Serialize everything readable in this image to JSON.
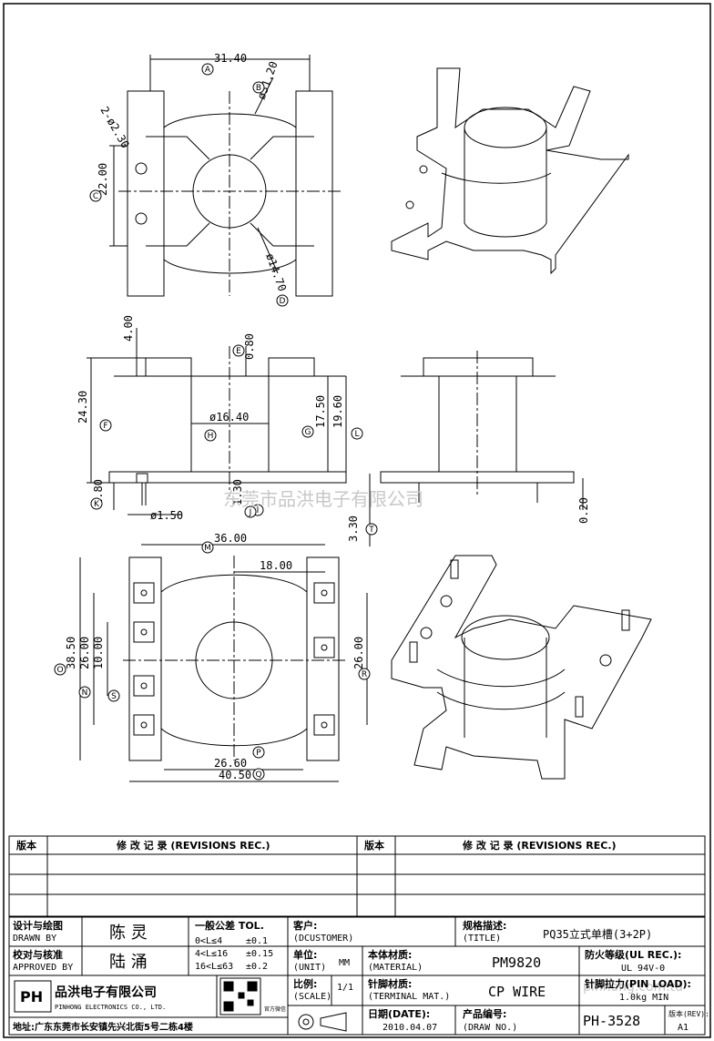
{
  "dims": {
    "a": "31.40",
    "b": "ø31.20",
    "c": "22.00",
    "d": "ø14.70",
    "hole": "2-ø2.30",
    "e": "0.80",
    "top_h": "4.00",
    "f": "24.30",
    "h": "ø16.40",
    "g": "17.50",
    "l": "19.60",
    "k": "2.80",
    "pin_d": "ø1.50",
    "gap": "1.30",
    "t": "3.30",
    "side_gap": "0.20",
    "m": "36.00",
    "half": "18.00",
    "o": "38.50",
    "n": "26.00",
    "s": "10.00",
    "r": "26.00",
    "p": "26.60",
    "q": "40.50"
  },
  "markers": [
    "A",
    "B",
    "C",
    "D",
    "E",
    "F",
    "G",
    "H",
    "I",
    "J",
    "K",
    "L",
    "M",
    "N",
    "O",
    "P",
    "Q",
    "R",
    "S",
    "T"
  ],
  "watermark": "东莞市品洪电子有限公司",
  "watermark2": "pinhong.com.td",
  "revisions": {
    "col_version": "版本",
    "col_record": "修 改 记 录 (REVISIONS REC.)"
  },
  "title_block": {
    "designer_cn": "设计与绘图",
    "designer_en": "DRAWN BY",
    "designer_val": "陈 灵",
    "approver_cn": "校对与核准",
    "approver_en": "APPROVED BY",
    "approver_val": "陆 涌",
    "tol_title": "一般公差 TOL.",
    "tol_rows": [
      {
        "range": "0<L≤4",
        "val": "±0.1"
      },
      {
        "range": "4<L≤16",
        "val": "±0.15"
      },
      {
        "range": "16<L≤63",
        "val": "±0.2"
      }
    ],
    "customer_cn": "客户:",
    "customer_en": "(DCUSTOMER)",
    "spec_cn": "规格描述:",
    "spec_en": "(TITLE)",
    "spec_val": "PQ35立式单槽(3+2P)",
    "unit_cn": "单位:",
    "unit_en": "(UNIT)",
    "unit_val": "MM",
    "material_cn": "本体材质:",
    "material_en": "(MATERIAL)",
    "material_val": "PM9820",
    "ul_cn": "防火等级(UL REC.):",
    "ul_val": "UL 94V-0",
    "company_cn": "品洪电子有限公司",
    "company_en": "PINHONG ELECTRONICS CO., LTD.",
    "logo": "PH",
    "qr_caption": "官方微信",
    "scale_cn": "比例:",
    "scale_en": "(SCALE)",
    "scale_val": "1/1",
    "terminal_cn": "针脚材质:",
    "terminal_en": "(TERMINAL MAT.)",
    "terminal_val": "CP WIRE",
    "pinload_cn": "针脚拉力(PIN LOAD):",
    "pinload_val": "1.0kg MIN",
    "address": "地址:广东东莞市长安镇先兴北街5号二栋4楼",
    "date_cn": "日期(DATE):",
    "date_val": "2010.04.07",
    "drawno_cn": "产品编号:",
    "drawno_en": "(DRAW NO.)",
    "drawno_val": "PH-3528",
    "rev_cn": "版本(REV):",
    "rev_val": "A1"
  }
}
